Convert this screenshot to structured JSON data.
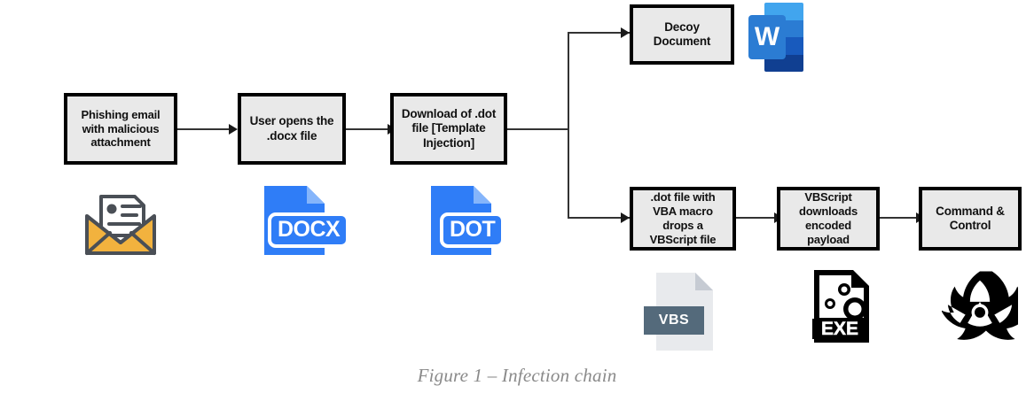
{
  "figure": {
    "caption": "Figure 1 – Infection chain",
    "background_color": "#ffffff",
    "node_fill": "#e9e9e9",
    "node_border": "#000000",
    "arrow_color": "#333333",
    "caption_color": "#8a8a8a"
  },
  "nodes": [
    {
      "id": "phishing-email",
      "label": "Phishing email with malicious attachment"
    },
    {
      "id": "user-opens-docx",
      "label": "User opens the .docx file"
    },
    {
      "id": "download-dot",
      "label": "Download of .dot file [Template Injection]"
    },
    {
      "id": "decoy-document",
      "label": "Decoy Document"
    },
    {
      "id": "dot-vba-macro",
      "label": ".dot file with VBA macro drops a VBScript file"
    },
    {
      "id": "vbscript-payload",
      "label": "VBScript downloads encoded payload"
    },
    {
      "id": "command-control",
      "label": "Command & Control"
    }
  ],
  "icons": [
    {
      "id": "email-icon",
      "name": "open-envelope-with-letter",
      "color": "#f2b23e"
    },
    {
      "id": "docx-icon",
      "name": "docx-file",
      "text": "DOCX",
      "color": "#2f7df7"
    },
    {
      "id": "dot-icon",
      "name": "dot-file",
      "text": "DOT",
      "color": "#2f7df7"
    },
    {
      "id": "word-icon",
      "name": "microsoft-word-logo",
      "text": "W",
      "color": "#185abd"
    },
    {
      "id": "vbs-icon",
      "name": "vbs-file",
      "text": "VBS",
      "color": "#546a7b"
    },
    {
      "id": "exe-icon",
      "name": "exe-file-with-gears",
      "text": "EXE",
      "color": "#000000"
    },
    {
      "id": "biohazard-icon",
      "name": "biohazard-symbol",
      "color": "#000000"
    }
  ]
}
